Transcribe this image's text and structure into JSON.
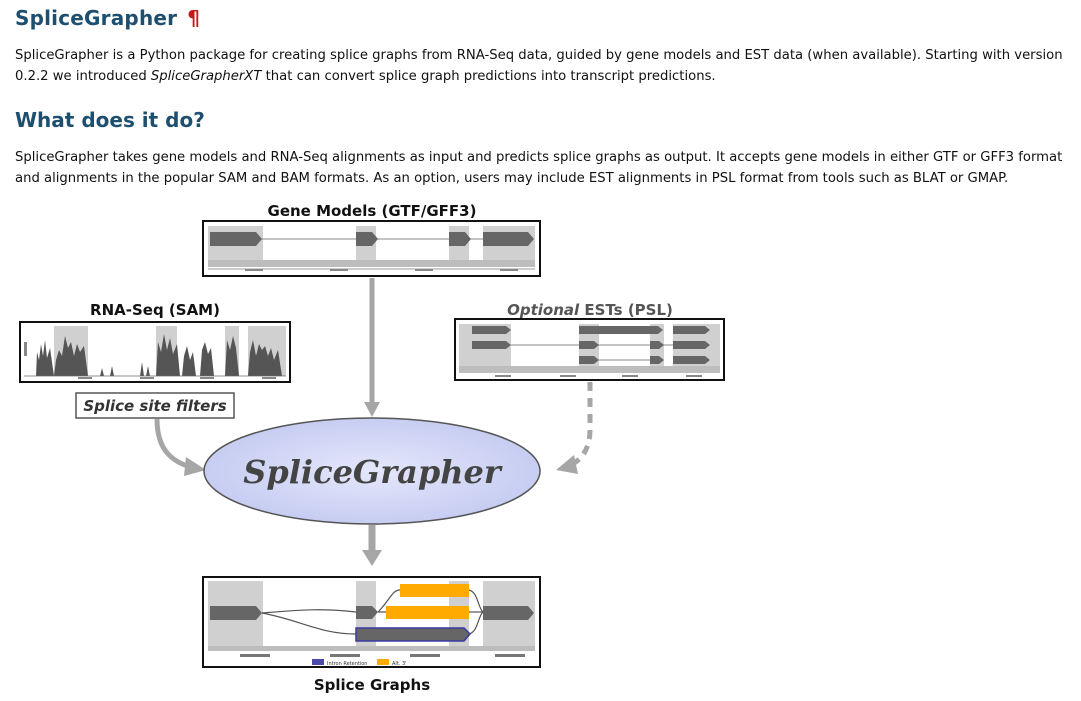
{
  "heading": {
    "title": "SpliceGrapher",
    "pilcrow": "¶"
  },
  "intro": {
    "text_before": "SpliceGrapher is a Python package for creating splice graphs from RNA-Seq data, guided by gene models and EST data (when available). Starting with version 0.2.2 we introduced ",
    "emphasis": "SpliceGrapherXT",
    "text_after": " that can convert splice graph predictions into transcript predictions."
  },
  "section": {
    "title": "What does it do?",
    "text": "SpliceGrapher takes gene models and RNA-Seq alignments as input and predicts splice graphs as output. It accepts gene models in either GTF or GFF3 format and alignments in the popular SAM and BAM formats. As an option, users may include EST alignments in PSL format from tools such as BLAT or GMAP."
  },
  "figure": {
    "gene_models_label": "Gene Models (GTF/GFF3)",
    "rnaseq_label": "RNA-Seq (SAM)",
    "est_label_optional": "Optional",
    "est_label_rest": " ESTs (PSL)",
    "filter_label": "Splice site filters",
    "center_label": "SpliceGrapher",
    "output_label": "Splice Graphs",
    "legend_intron": "Intron Retention",
    "legend_alt": "Alt. 3'",
    "colors": {
      "exon": "#666666",
      "highlight": "#bbbbbb",
      "alt_exon": "#ffaa00",
      "intron_retention": "#4a4aa8",
      "ellipse_fill": "#c8cef2",
      "arrow": "#a6a6a6"
    }
  }
}
